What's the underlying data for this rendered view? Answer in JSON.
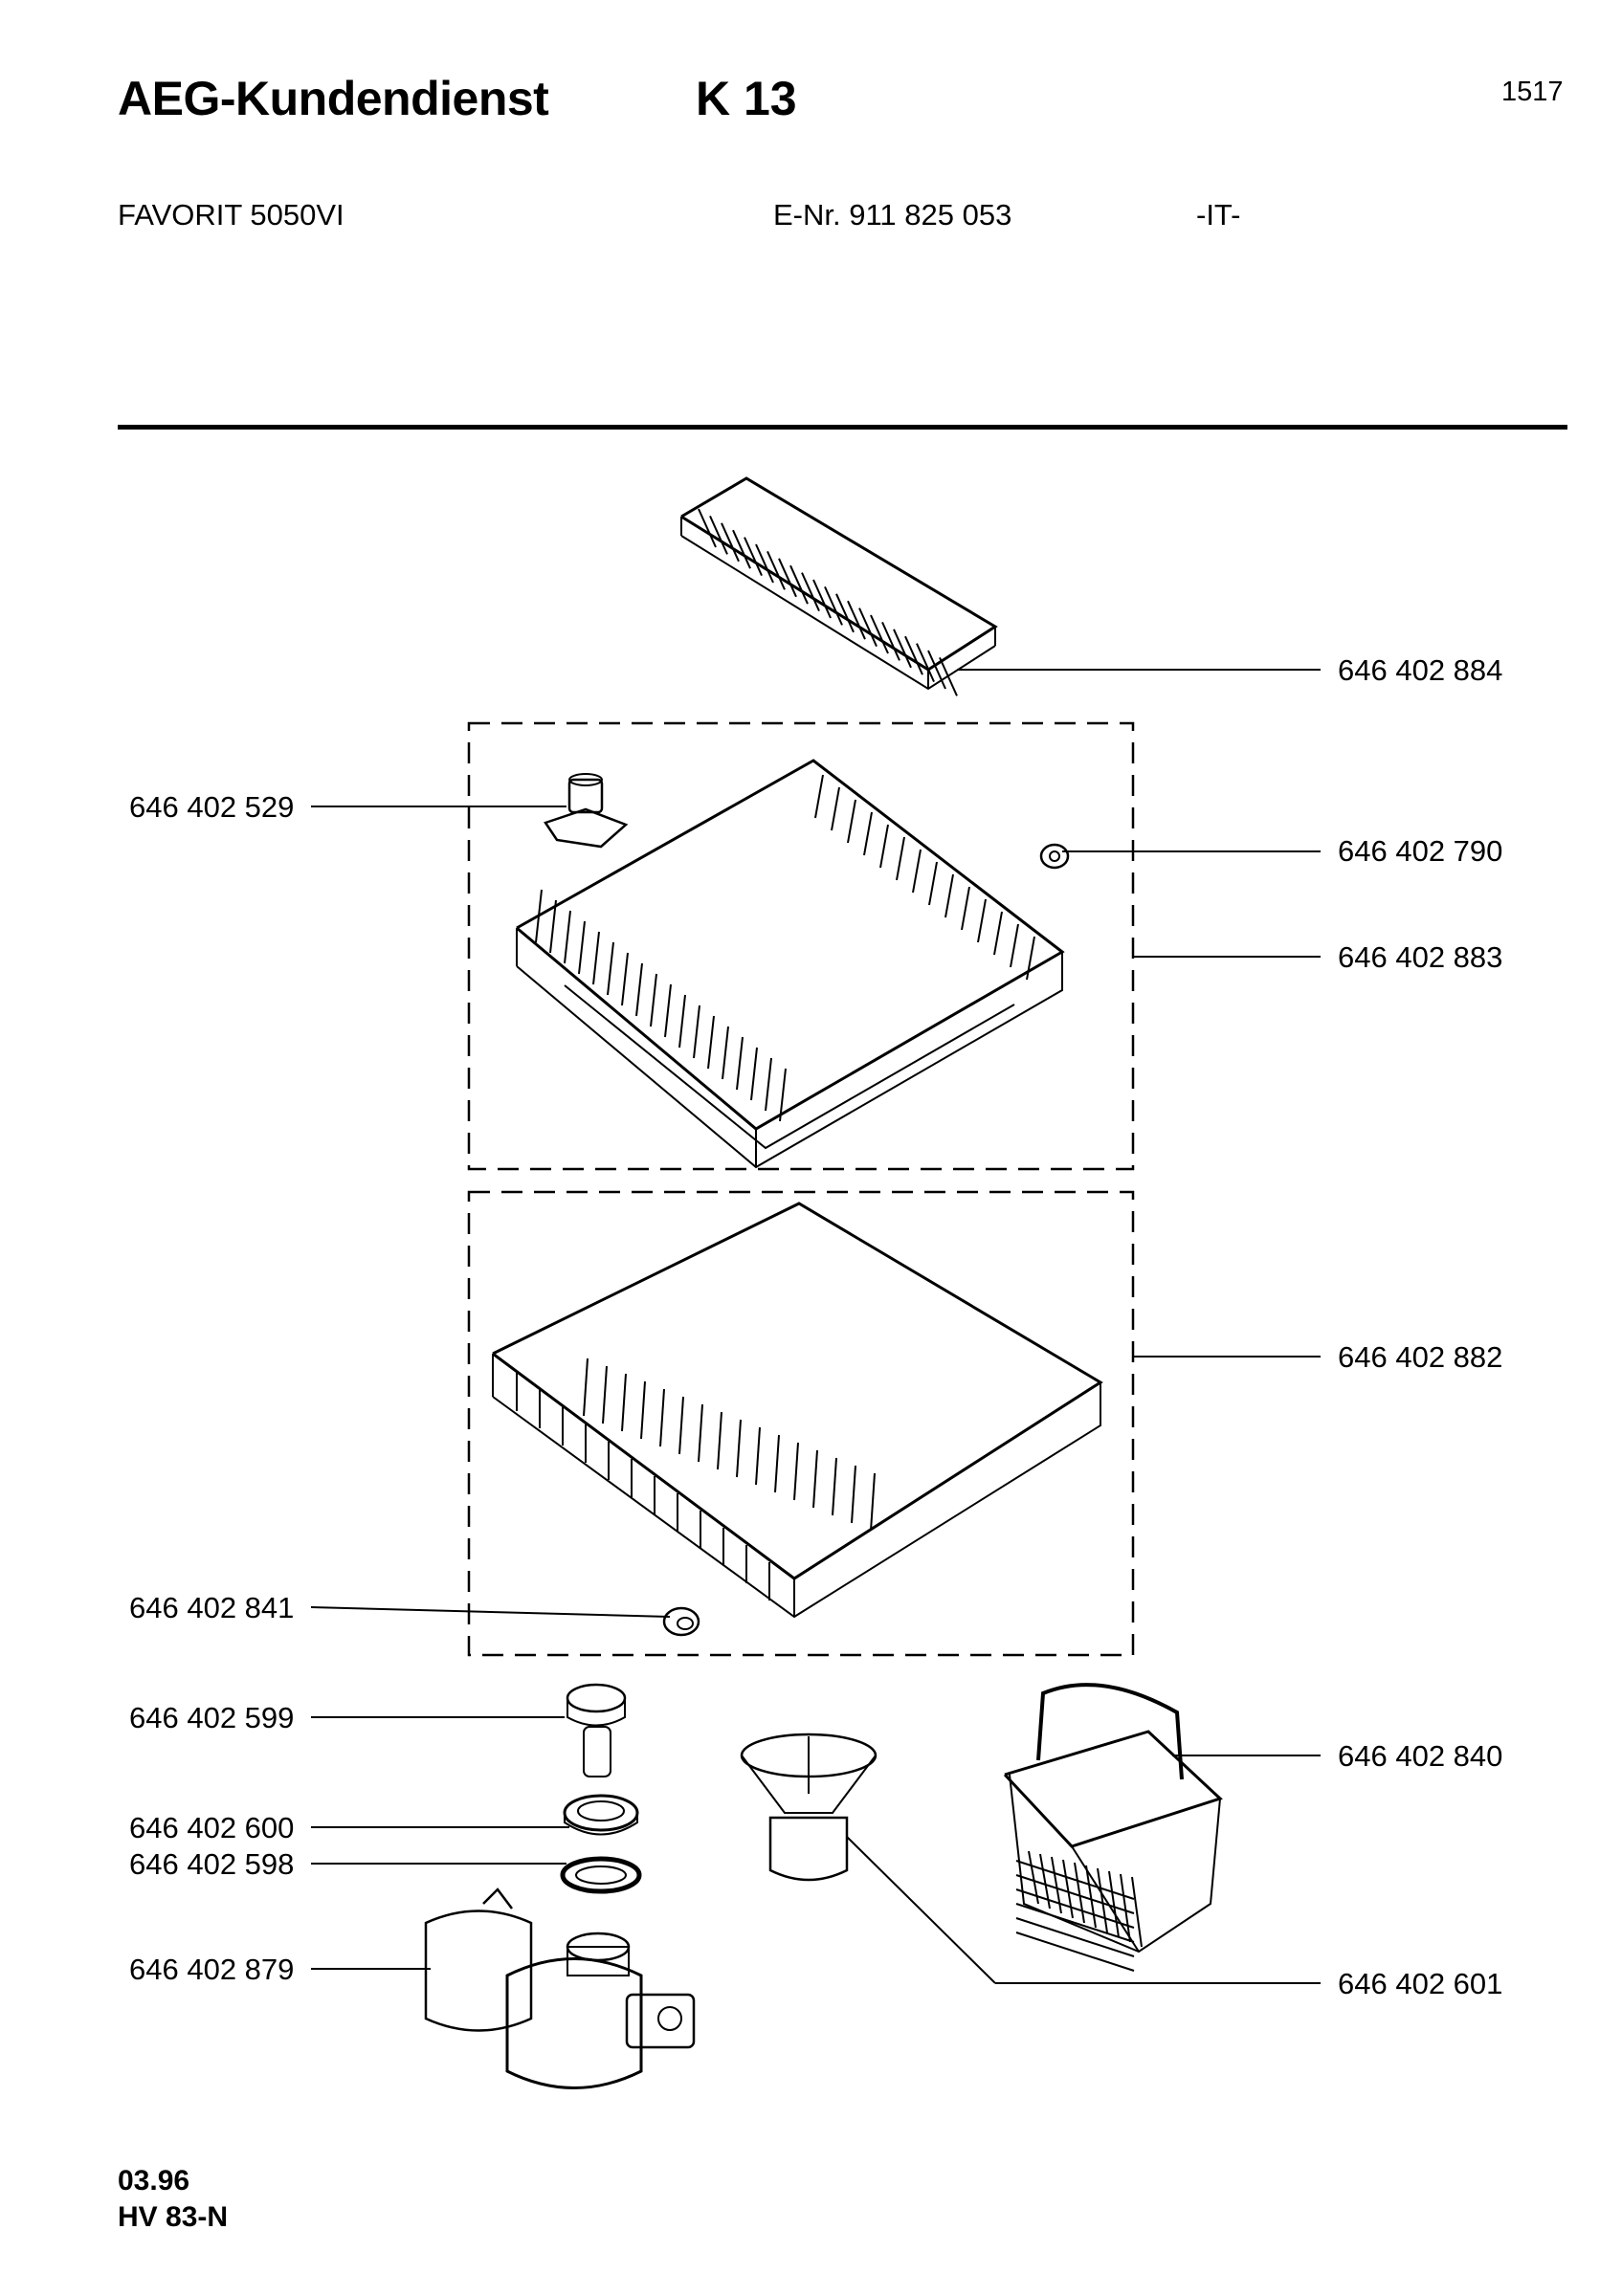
{
  "header": {
    "brand": "AEG-Kundendienst",
    "sheet": "K 13",
    "page_number": "1517",
    "model": "FAVORIT 5050VI",
    "e_number": "E-Nr. 911 825 053",
    "language": "-IT-"
  },
  "footer": {
    "date": "03.96",
    "code": "HV 83-N"
  },
  "parts": {
    "cutlery_rack": "646 402 884",
    "upper_basket_knob": "646 402 529",
    "upper_basket_clip": "646 402 790",
    "upper_basket": "646 402 883",
    "lower_basket": "646 402 882",
    "lower_basket_wheel": "646 402 841",
    "salt_cap": "646 402 599",
    "salt_nut": "646 402 600",
    "salt_seal": "646 402 598",
    "softener": "646 402 879",
    "cutlery_basket": "646 402 840",
    "funnel": "646 402 601"
  }
}
